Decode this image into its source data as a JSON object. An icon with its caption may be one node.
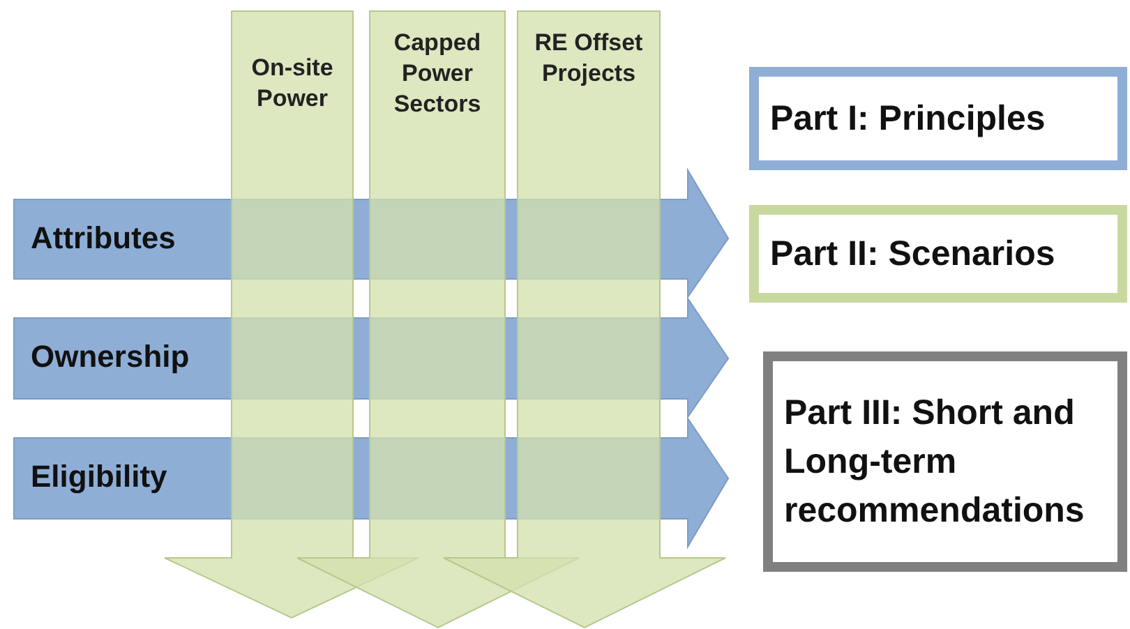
{
  "diagram": {
    "nodes": [
      {
        "text": [
          "On-site Power"
        ]
      },
      {
        "text": [
          "Capped Power Sectors"
        ]
      },
      {
        "text": [
          "RE Offset Projects"
        ]
      },
      {
        "text": [
          "Attributes"
        ]
      },
      {
        "text": [
          "Ownership"
        ]
      },
      {
        "text": [
          "Eligibility"
        ]
      },
      {
        "text": [
          "Part I: Principles"
        ]
      },
      {
        "text": [
          "Part II: Scenarios"
        ]
      },
      {
        "text": [
          "Part III: Short and Long-term recommendations"
        ]
      }
    ]
  }
}
